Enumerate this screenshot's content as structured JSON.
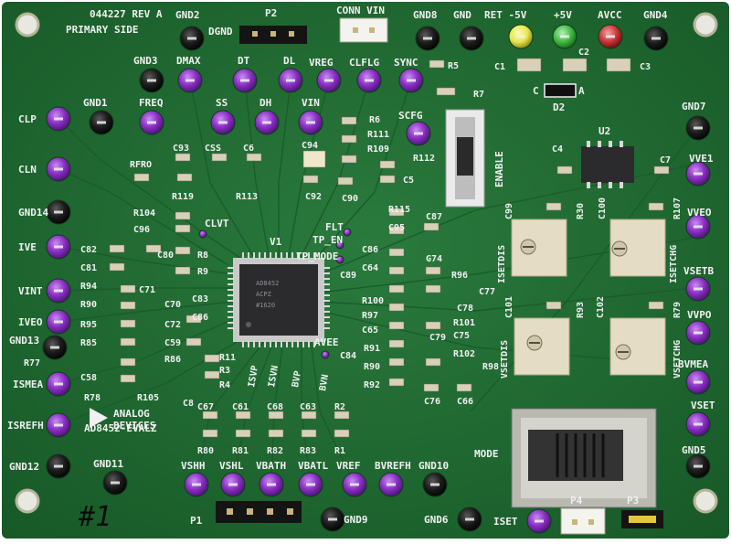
{
  "board": {
    "header_line1": "044227 REV A",
    "header_line2": "PRIMARY SIDE",
    "board_name": "AD8452-EVALZ",
    "logo_text_1": "ANALOG",
    "logo_text_2": "DEVICES",
    "handwritten_mark": "#1",
    "ic_label": "V1",
    "colors": {
      "pcb": "#1f6b33",
      "trace": "#1a5c2c",
      "silk": "#f0f0f0",
      "purple_tp": "#8a2fc4",
      "black_tp": "#1c1c1c",
      "yellow_tp": "#e6e64a",
      "green_tp": "#3fb83f",
      "red_tp": "#c83232"
    }
  },
  "test_points": [
    {
      "label": "GND2",
      "color": "black"
    },
    {
      "label": "DGND",
      "color": "black"
    },
    {
      "label": "GND3",
      "color": "black"
    },
    {
      "label": "DMAX",
      "color": "purple"
    },
    {
      "label": "DT",
      "color": "purple"
    },
    {
      "label": "DL",
      "color": "purple"
    },
    {
      "label": "VREG",
      "color": "purple"
    },
    {
      "label": "CLFLG",
      "color": "purple"
    },
    {
      "label": "SYNC",
      "color": "purple"
    },
    {
      "label": "GND8",
      "color": "black"
    },
    {
      "label": "GND",
      "color": "black"
    },
    {
      "label": "RET -5V",
      "color": "yellow"
    },
    {
      "label": "+5V",
      "color": "green"
    },
    {
      "label": "AVCC",
      "color": "red"
    },
    {
      "label": "GND4",
      "color": "black"
    },
    {
      "label": "GND1",
      "color": "black"
    },
    {
      "label": "FREQ",
      "color": "purple"
    },
    {
      "label": "SS",
      "color": "purple"
    },
    {
      "label": "DH",
      "color": "purple"
    },
    {
      "label": "VIN",
      "color": "purple"
    },
    {
      "label": "SCFG",
      "color": "purple"
    },
    {
      "label": "CLP",
      "color": "purple"
    },
    {
      "label": "CLN",
      "color": "purple"
    },
    {
      "label": "GND14",
      "color": "black"
    },
    {
      "label": "IVE",
      "color": "purple"
    },
    {
      "label": "VINT",
      "color": "purple"
    },
    {
      "label": "IVEO",
      "color": "purple"
    },
    {
      "label": "GND13",
      "color": "black"
    },
    {
      "label": "ISMEA",
      "color": "purple"
    },
    {
      "label": "ISREFH",
      "color": "purple"
    },
    {
      "label": "GND12",
      "color": "black"
    },
    {
      "label": "GND11",
      "color": "black"
    },
    {
      "label": "VSHH",
      "color": "purple"
    },
    {
      "label": "VSHL",
      "color": "purple"
    },
    {
      "label": "VBATH",
      "color": "purple"
    },
    {
      "label": "VBATL",
      "color": "purple"
    },
    {
      "label": "VREF",
      "color": "purple"
    },
    {
      "label": "BVREFH",
      "color": "purple"
    },
    {
      "label": "GND10",
      "color": "black"
    },
    {
      "label": "GND9",
      "color": "black"
    },
    {
      "label": "GND6",
      "color": "black"
    },
    {
      "label": "ISET",
      "color": "purple"
    },
    {
      "label": "GND7",
      "color": "black"
    },
    {
      "label": "VVE1",
      "color": "purple"
    },
    {
      "label": "VVEO",
      "color": "purple"
    },
    {
      "label": "VSETB",
      "color": "purple"
    },
    {
      "label": "VVPO",
      "color": "purple"
    },
    {
      "label": "BVMEA",
      "color": "purple"
    },
    {
      "label": "VSET",
      "color": "purple"
    },
    {
      "label": "GND5",
      "color": "black"
    },
    {
      "label": "AVEE",
      "color": "purple"
    },
    {
      "label": "CLVT",
      "color": "purple"
    },
    {
      "label": "FLT",
      "color": "purple"
    },
    {
      "label": "TP_EN",
      "color": "purple"
    },
    {
      "label": "TP_MODE",
      "color": "purple"
    }
  ],
  "connectors": {
    "p2": "P2",
    "conn_vin": "CONN VIN",
    "p1": "P1",
    "p4": "P4",
    "p3": "P3"
  },
  "switches": {
    "enable": "ENABLE",
    "mode": "MODE"
  },
  "ics": {
    "u2": "U2",
    "d2": "D2"
  },
  "pot_labels": [
    "ISETDIS",
    "ISETCHG",
    "VSETDIS",
    "VSETCHG"
  ],
  "pot_sub_labels": [
    "C99",
    "R30",
    "C100",
    "R107",
    "C101",
    "R93",
    "C102",
    "R79"
  ],
  "ref_designators": [
    "C1",
    "C2",
    "C3",
    "R5",
    "R7",
    "R6",
    "R111",
    "R109",
    "R112",
    "C5",
    "C94",
    "C92",
    "C90",
    "C4",
    "C7",
    "C93",
    "CSS",
    "C6",
    "RFRO",
    "R119",
    "R113",
    "R104",
    "C96",
    "C82",
    "C81",
    "C80",
    "R8",
    "R9",
    "R94",
    "C71",
    "C70",
    "C83",
    "R90",
    "R95",
    "C72",
    "C86",
    "R85",
    "C59",
    "R86",
    "R11",
    "R3",
    "R4",
    "R77",
    "C58",
    "R78",
    "R105",
    "C8",
    "C67",
    "C61",
    "C68",
    "C63",
    "R2",
    "R80",
    "R81",
    "R82",
    "R83",
    "R1",
    "R115",
    "C95",
    "C87",
    "C86",
    "C64",
    "C89",
    "G74",
    "R96",
    "C77",
    "R100",
    "R97",
    "C78",
    "C65",
    "R101",
    "C75",
    "C79",
    "R91",
    "R102",
    "R90",
    "R98",
    "C84",
    "R92",
    "C76",
    "C66"
  ],
  "pin_labels": [
    "ISVP",
    "ISVN",
    "BVP",
    "BVN"
  ],
  "polarity_marks": [
    "C",
    "A"
  ]
}
